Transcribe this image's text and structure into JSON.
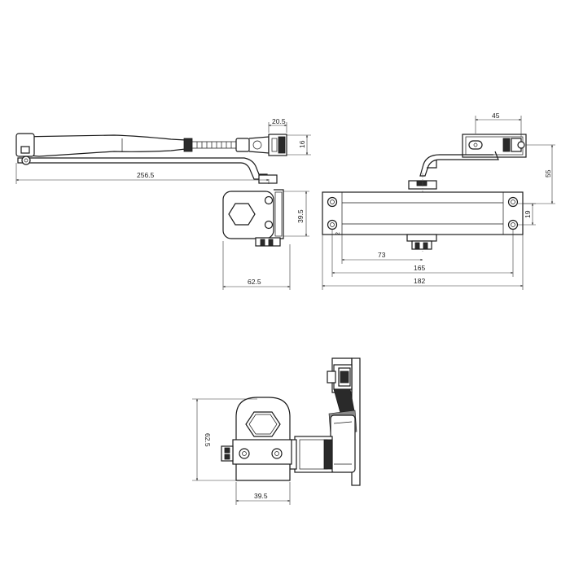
{
  "colors": {
    "line": "#1a1a1a",
    "background": "#ffffff",
    "dark_part": "#2a2a2a"
  },
  "dimensions": {
    "side_top_width": "20.5",
    "side_top_height": "16",
    "arm_length": "256.5",
    "side_body_height": "39.5",
    "side_body_width": "62.5",
    "front_arm_offset": "45",
    "front_height": "55",
    "front_hole_spacing": "19",
    "front_edge_small": "2",
    "front_73": "73",
    "front_165": "165",
    "front_182": "182",
    "bottom_height": "62.5",
    "bottom_width": "39.5"
  }
}
